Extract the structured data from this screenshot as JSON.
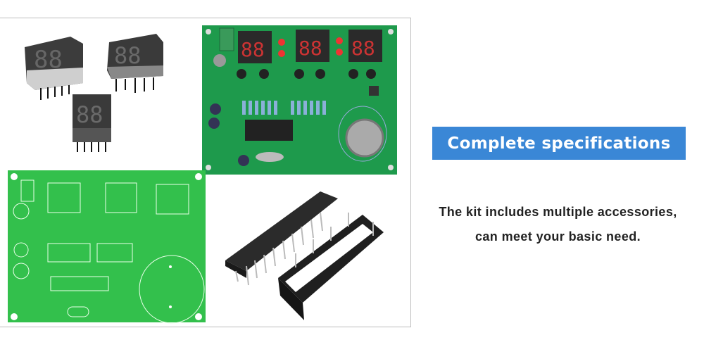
{
  "banner": {
    "title": "Complete specifications",
    "color": "#3a87d6"
  },
  "description": {
    "line1": "The kit includes multiple accessories,",
    "line2": "can meet your basic need."
  },
  "photo": {
    "subject": "product-photo",
    "colors": {
      "assembled_pcb": "#1e9a4c",
      "bare_pcb": "#33c04c",
      "display": "#3a3a3a",
      "ic": "#2a2a2a"
    }
  }
}
